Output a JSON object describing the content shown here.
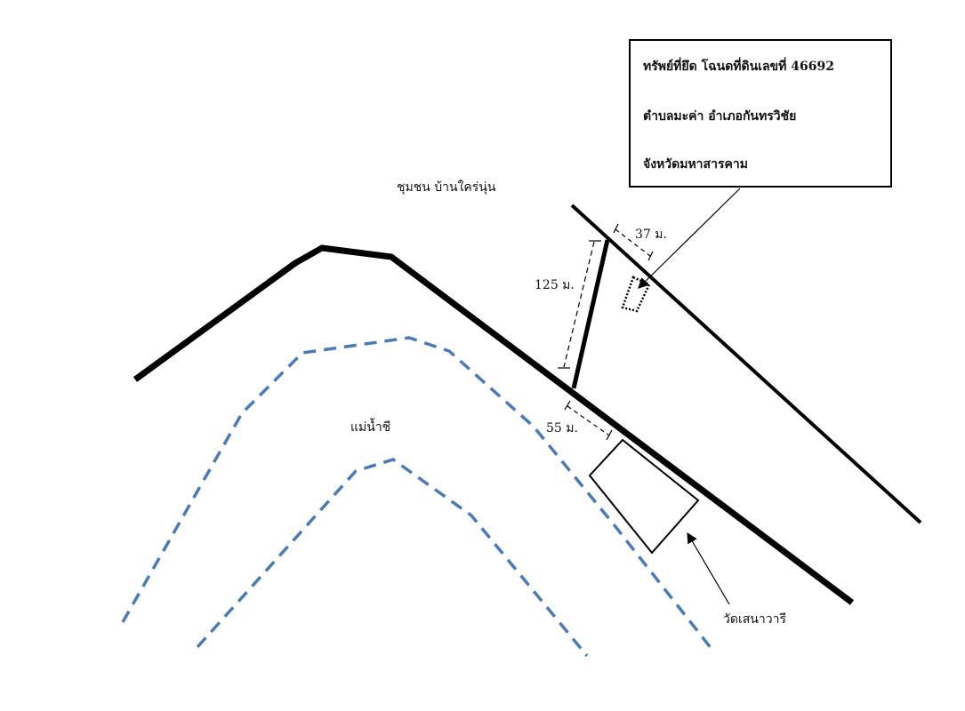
{
  "info_box": {
    "line1": "ทรัพย์ที่ยึด โฉนดที่ดินเลขที่ 46692",
    "line2": "ตำบลมะค่า   อำเภอกันทรวิชัย",
    "line3": "จังหวัดมหาสารคาม"
  },
  "labels": {
    "community": "ชุมชน บ้านใคร่นุ่น",
    "river": "แม่น้ำชี",
    "temple": "วัดเสนาวารี"
  },
  "dimensions": {
    "depth": "125 ม.",
    "frontage": "37 ม.",
    "to_temple": "55 ม."
  },
  "colors": {
    "river": "#4a7ab8",
    "road": "#000000"
  }
}
